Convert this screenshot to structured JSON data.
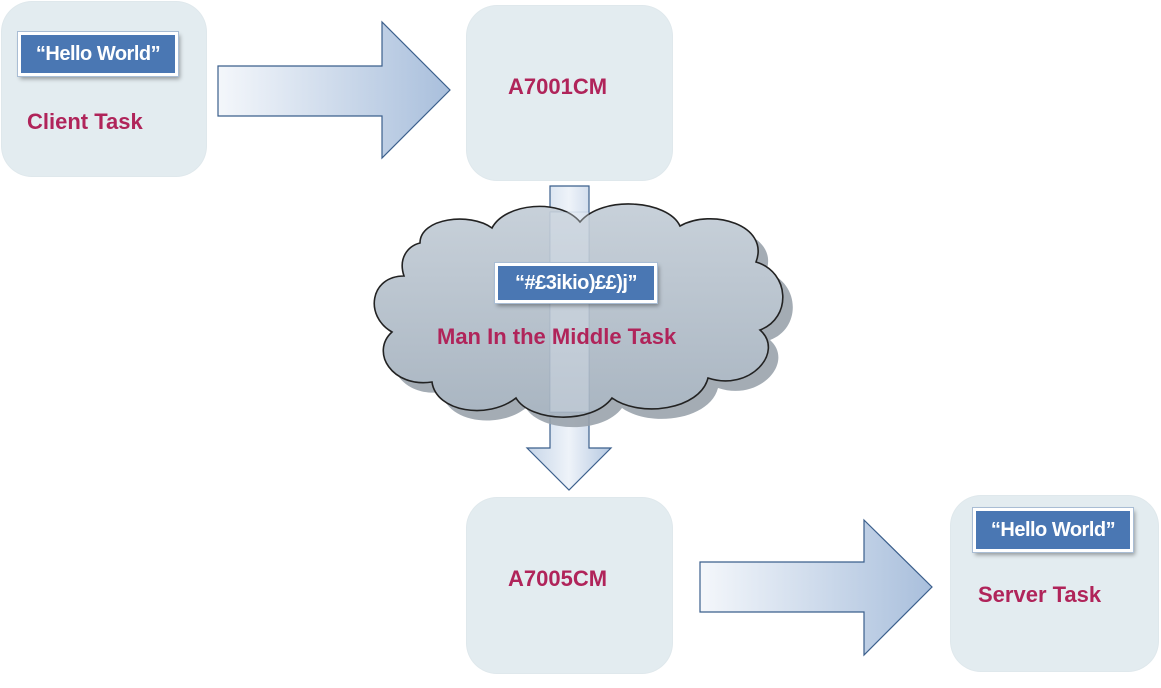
{
  "client": {
    "label": "Client Task",
    "message": "“Hello World”"
  },
  "node_a": {
    "label": "A7001CM"
  },
  "mitm": {
    "label": "Man In the Middle Task",
    "message": "“#£3ikio)££)j”"
  },
  "node_b": {
    "label": "A7005CM"
  },
  "server": {
    "label": "Server Task",
    "message": "“Hello World”"
  },
  "colors": {
    "node_fill": "#e3ecf0",
    "label_text": "#b0245a",
    "message_fill": "#4a77b3",
    "cloud_fill": "#b7c2cc",
    "arrow_stroke": "#3b5f8c"
  }
}
